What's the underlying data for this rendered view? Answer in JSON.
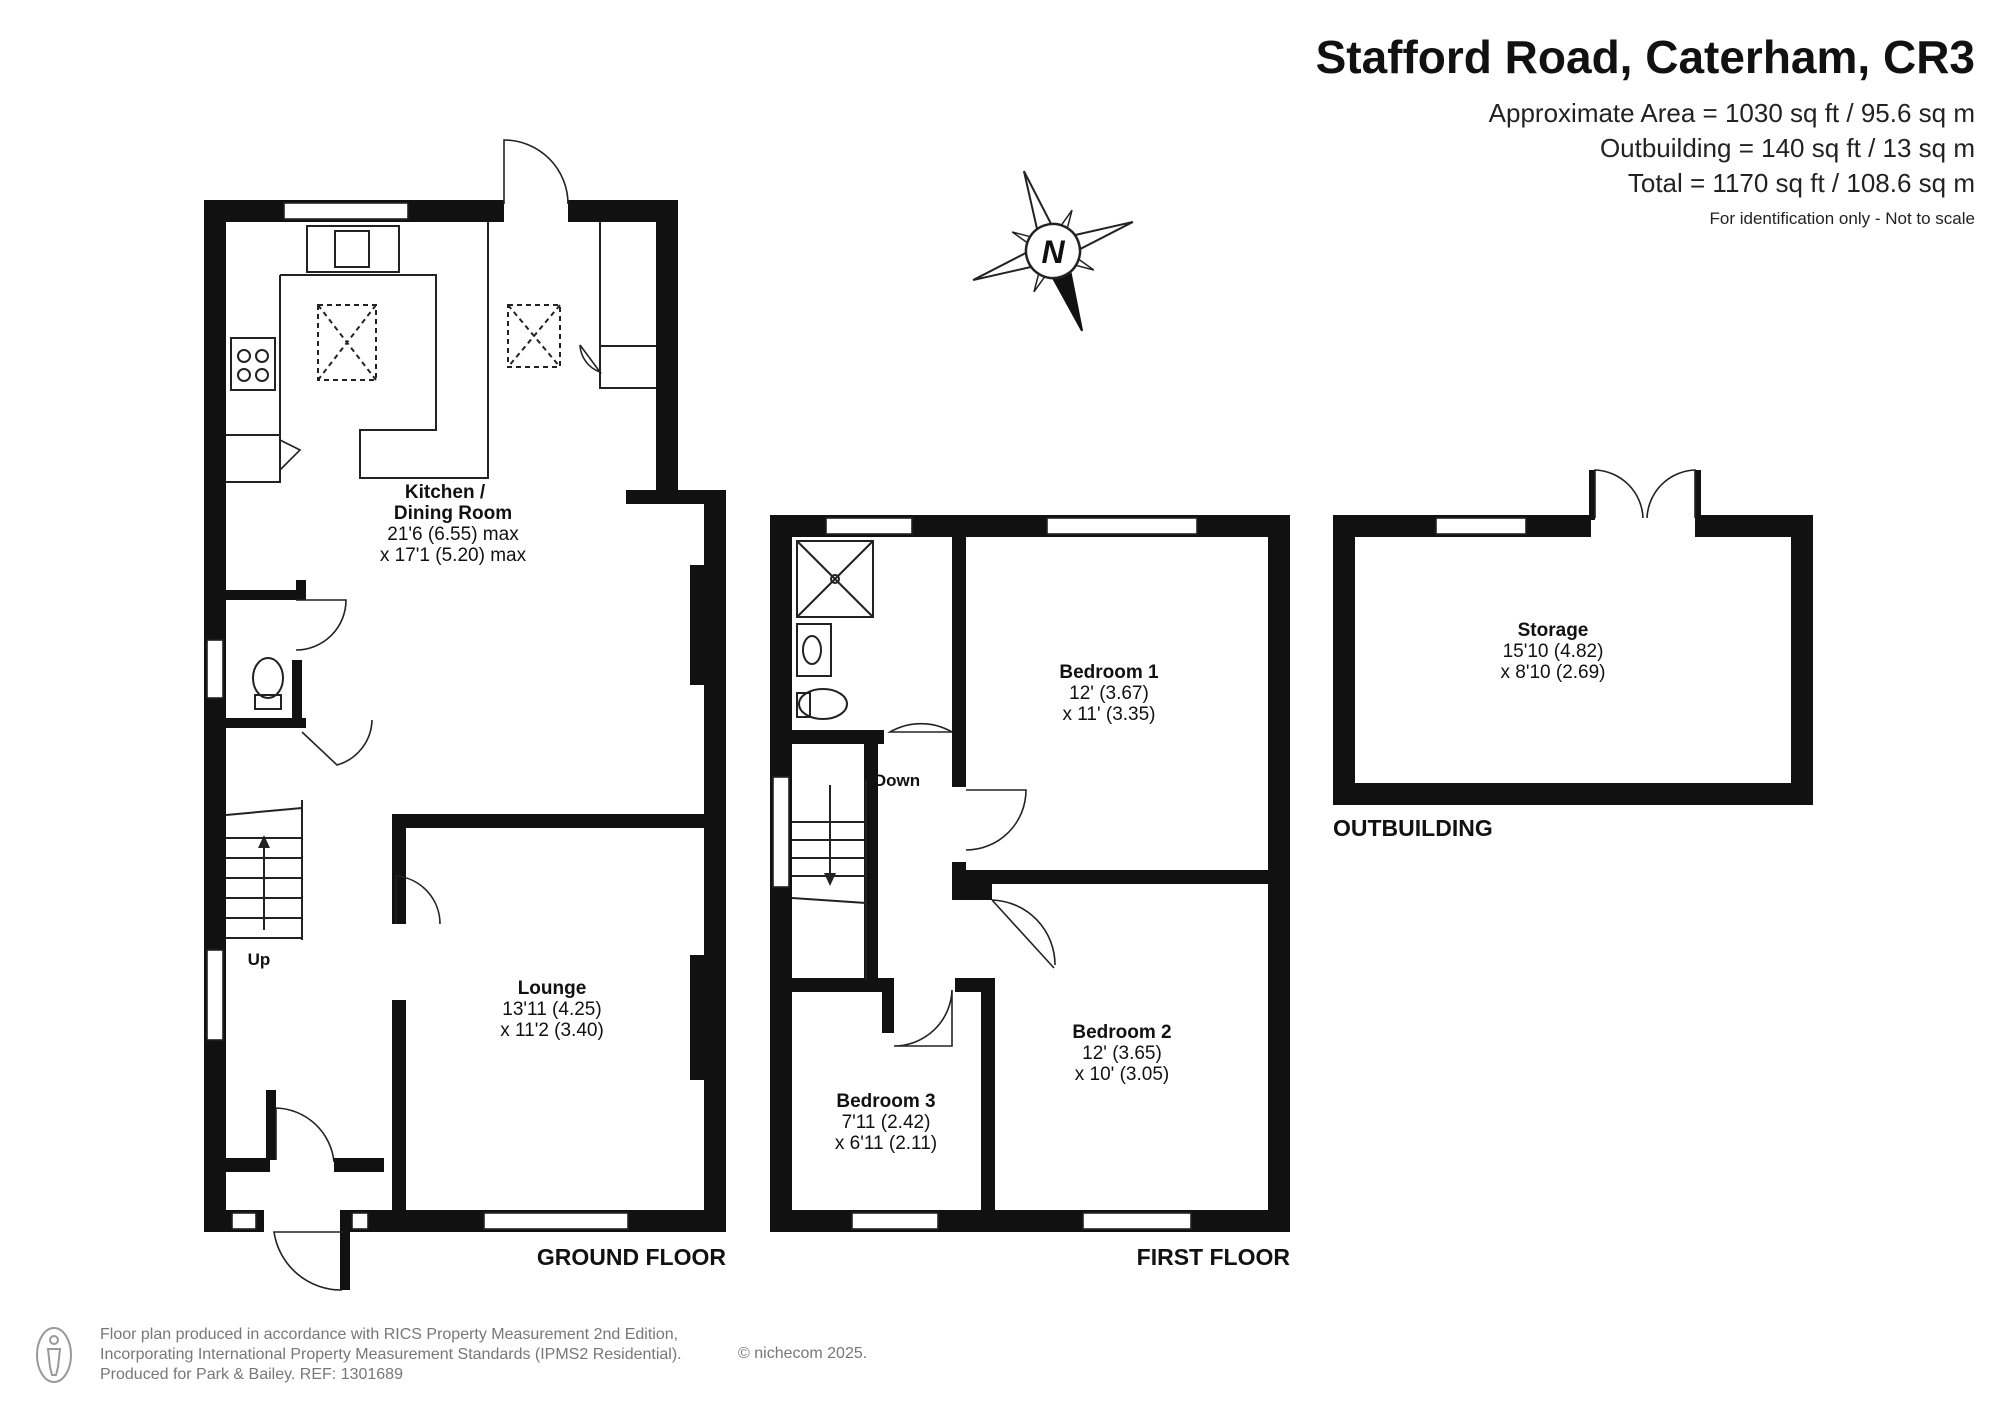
{
  "header": {
    "title": "Stafford Road, Caterham, CR3",
    "area_lines": [
      "Approximate Area = 1030 sq ft / 95.6 sq m",
      "Outbuilding = 140 sq ft / 13 sq m",
      "Total = 1170 sq ft / 108.6 sq m"
    ],
    "note": "For identification only - Not to scale"
  },
  "compass": {
    "label": "N",
    "icon": "compass-rose-icon"
  },
  "rooms": {
    "kitchen": {
      "name_lines": [
        "Kitchen /",
        "Dining Room"
      ],
      "dims": [
        "21'6 (6.55) max",
        "x 17'1 (5.20) max"
      ]
    },
    "lounge": {
      "name": "Lounge",
      "dims": [
        "13'11 (4.25)",
        "x 11'2 (3.40)"
      ]
    },
    "bedroom1": {
      "name": "Bedroom 1",
      "dims": [
        "12' (3.67)",
        "x 11' (3.35)"
      ]
    },
    "bedroom2": {
      "name": "Bedroom 2",
      "dims": [
        "12' (3.65)",
        "x 10' (3.05)"
      ]
    },
    "bedroom3": {
      "name": "Bedroom 3",
      "dims": [
        "7'11 (2.42)",
        "x 6'11 (2.11)"
      ]
    },
    "storage": {
      "name": "Storage",
      "dims": [
        "15'10 (4.82)",
        "x 8'10 (2.69)"
      ]
    }
  },
  "stairs": {
    "up": "Up",
    "down": "Down"
  },
  "floors": {
    "ground": "GROUND FLOOR",
    "first": "FIRST FLOOR",
    "outbuilding": "OUTBUILDING"
  },
  "footer": {
    "lines": [
      "Floor plan produced in accordance with RICS Property Measurement 2nd Edition,",
      "Incorporating International Property Measurement Standards (IPMS2 Residential).",
      "Produced for Park & Bailey.   REF: 1301689"
    ],
    "copyright": "© nichecom 2025."
  },
  "colors": {
    "wall": "#111111",
    "text": "#111111",
    "footer_text": "#777777",
    "background": "#ffffff"
  }
}
